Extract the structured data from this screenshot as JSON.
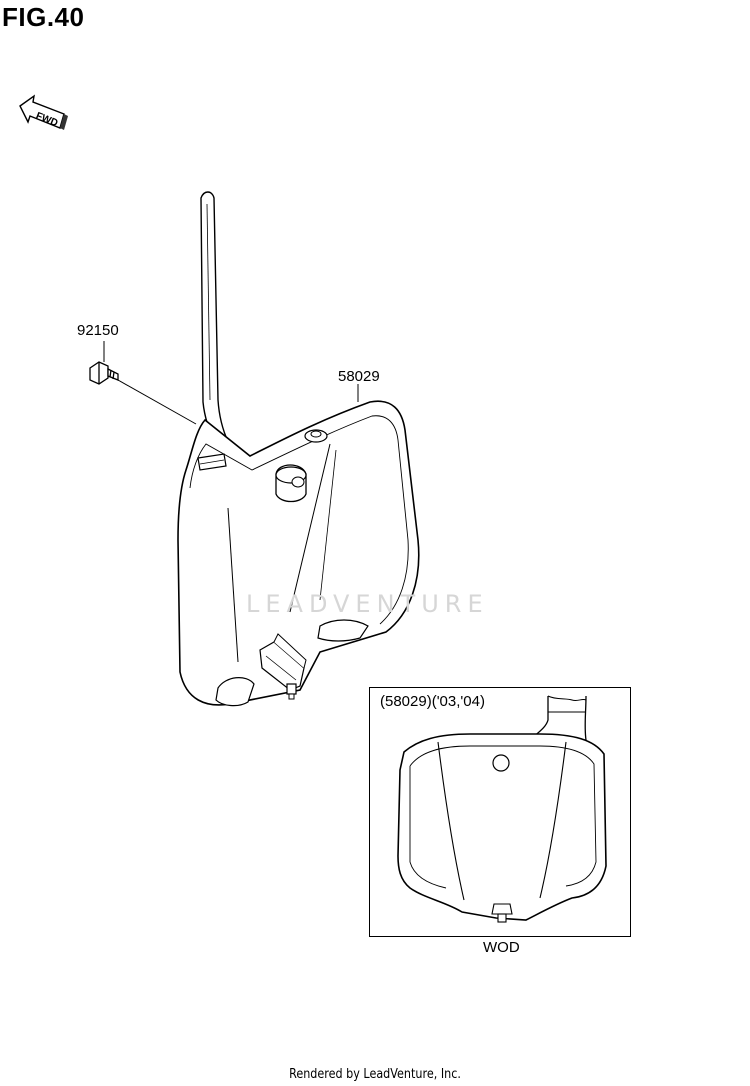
{
  "figure": {
    "title": "FIG.40"
  },
  "direction_badge": {
    "text": "FWD"
  },
  "parts": {
    "bolt": {
      "number": "92150"
    },
    "number_plate": {
      "number": "58029"
    }
  },
  "inset": {
    "title": "(58029)('03,'04)",
    "caption": "WOD"
  },
  "watermark": {
    "text": "LEADVENTURE"
  },
  "footer": {
    "text": "Rendered by LeadVenture, Inc."
  }
}
